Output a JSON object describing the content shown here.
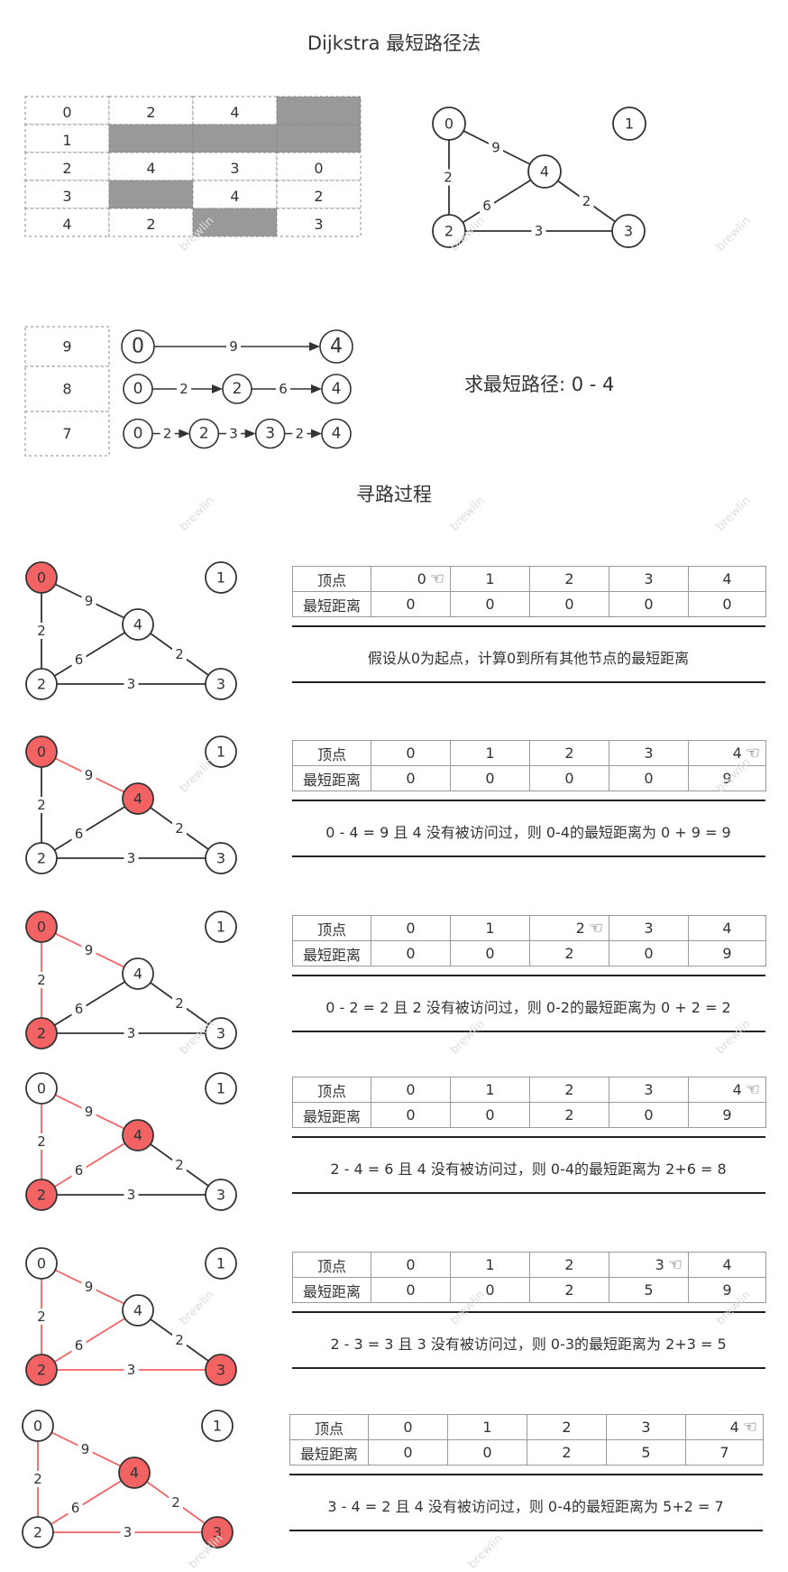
{
  "title": "Dijkstra 最短路径法",
  "subtitle": "寻路过程",
  "goal": "求最短路径: 0 - 4",
  "watermark": "brewlin",
  "adjacency": [
    [
      "0",
      "2",
      "4",
      ""
    ],
    [
      "1",
      "",
      "",
      ""
    ],
    [
      "2",
      "4",
      "3",
      "0"
    ],
    [
      "3",
      "",
      "4",
      "2"
    ],
    [
      "4",
      "2",
      "",
      "3"
    ]
  ],
  "adjacency_gray": [
    [
      0,
      3
    ],
    [
      1,
      1
    ],
    [
      1,
      2
    ],
    [
      1,
      3
    ],
    [
      3,
      1
    ],
    [
      4,
      2
    ]
  ],
  "graph": {
    "nodes": [
      "0",
      "1",
      "2",
      "3",
      "4"
    ],
    "edges": [
      {
        "a": "0",
        "b": "4",
        "w": "9"
      },
      {
        "a": "0",
        "b": "2",
        "w": "2"
      },
      {
        "a": "2",
        "b": "4",
        "w": "6"
      },
      {
        "a": "2",
        "b": "3",
        "w": "3"
      },
      {
        "a": "4",
        "b": "3",
        "w": "2"
      }
    ]
  },
  "paths": [
    {
      "cost": "9",
      "nodes": [
        "0",
        "4"
      ],
      "weights": [
        "9"
      ]
    },
    {
      "cost": "8",
      "nodes": [
        "0",
        "2",
        "4"
      ],
      "weights": [
        "2",
        "6"
      ]
    },
    {
      "cost": "7",
      "nodes": [
        "0",
        "2",
        "3",
        "4"
      ],
      "weights": [
        "2",
        "3",
        "2"
      ]
    }
  ],
  "table_headers": {
    "vertex": "顶点",
    "dist": "最短距离"
  },
  "hand_icon": "pointing-hand-icon",
  "highlight_color": "#f36363",
  "steps": [
    {
      "current": "0",
      "dist": [
        "0",
        "0",
        "0",
        "0",
        "0"
      ],
      "red_nodes": [
        "0"
      ],
      "red_edges": [],
      "note": "假设从0为起点，计算0到所有其他节点的最短距离"
    },
    {
      "current": "4",
      "dist": [
        "0",
        "0",
        "0",
        "0",
        "9"
      ],
      "red_nodes": [
        "0",
        "4"
      ],
      "red_edges": [
        0
      ],
      "note": "0  -  4 = 9    且 4 没有被访问过，则 0-4的最短距离为  0 + 9 = 9"
    },
    {
      "current": "2",
      "dist": [
        "0",
        "0",
        "2",
        "0",
        "9"
      ],
      "red_nodes": [
        "0",
        "2"
      ],
      "red_edges": [
        0,
        1
      ],
      "note": "0  -  2 = 2    且 2 没有被访问过，则 0-2的最短距离为  0 + 2 = 2"
    },
    {
      "current": "4",
      "dist": [
        "0",
        "0",
        "2",
        "0",
        "9"
      ],
      "red_nodes": [
        "2",
        "4"
      ],
      "red_edges": [
        0,
        1,
        2
      ],
      "note": "2  -  4 = 6    且 4 没有被访问过，则 0-4的最短距离为  2+6 = 8"
    },
    {
      "current": "3",
      "dist": [
        "0",
        "0",
        "2",
        "5",
        "9"
      ],
      "red_nodes": [
        "2",
        "3"
      ],
      "red_edges": [
        0,
        1,
        2,
        3
      ],
      "note": "2  -  3 = 3    且 3 没有被访问过，则 0-3的最短距离为  2+3 = 5"
    },
    {
      "current": "4",
      "dist": [
        "0",
        "0",
        "2",
        "5",
        "7"
      ],
      "red_nodes": [
        "4",
        "3"
      ],
      "red_edges": [
        0,
        1,
        2,
        3,
        4
      ],
      "note": "3  -  4 = 2    且 4 没有被访问过，则 0-4的最短距离为  5+2 = 7"
    }
  ]
}
